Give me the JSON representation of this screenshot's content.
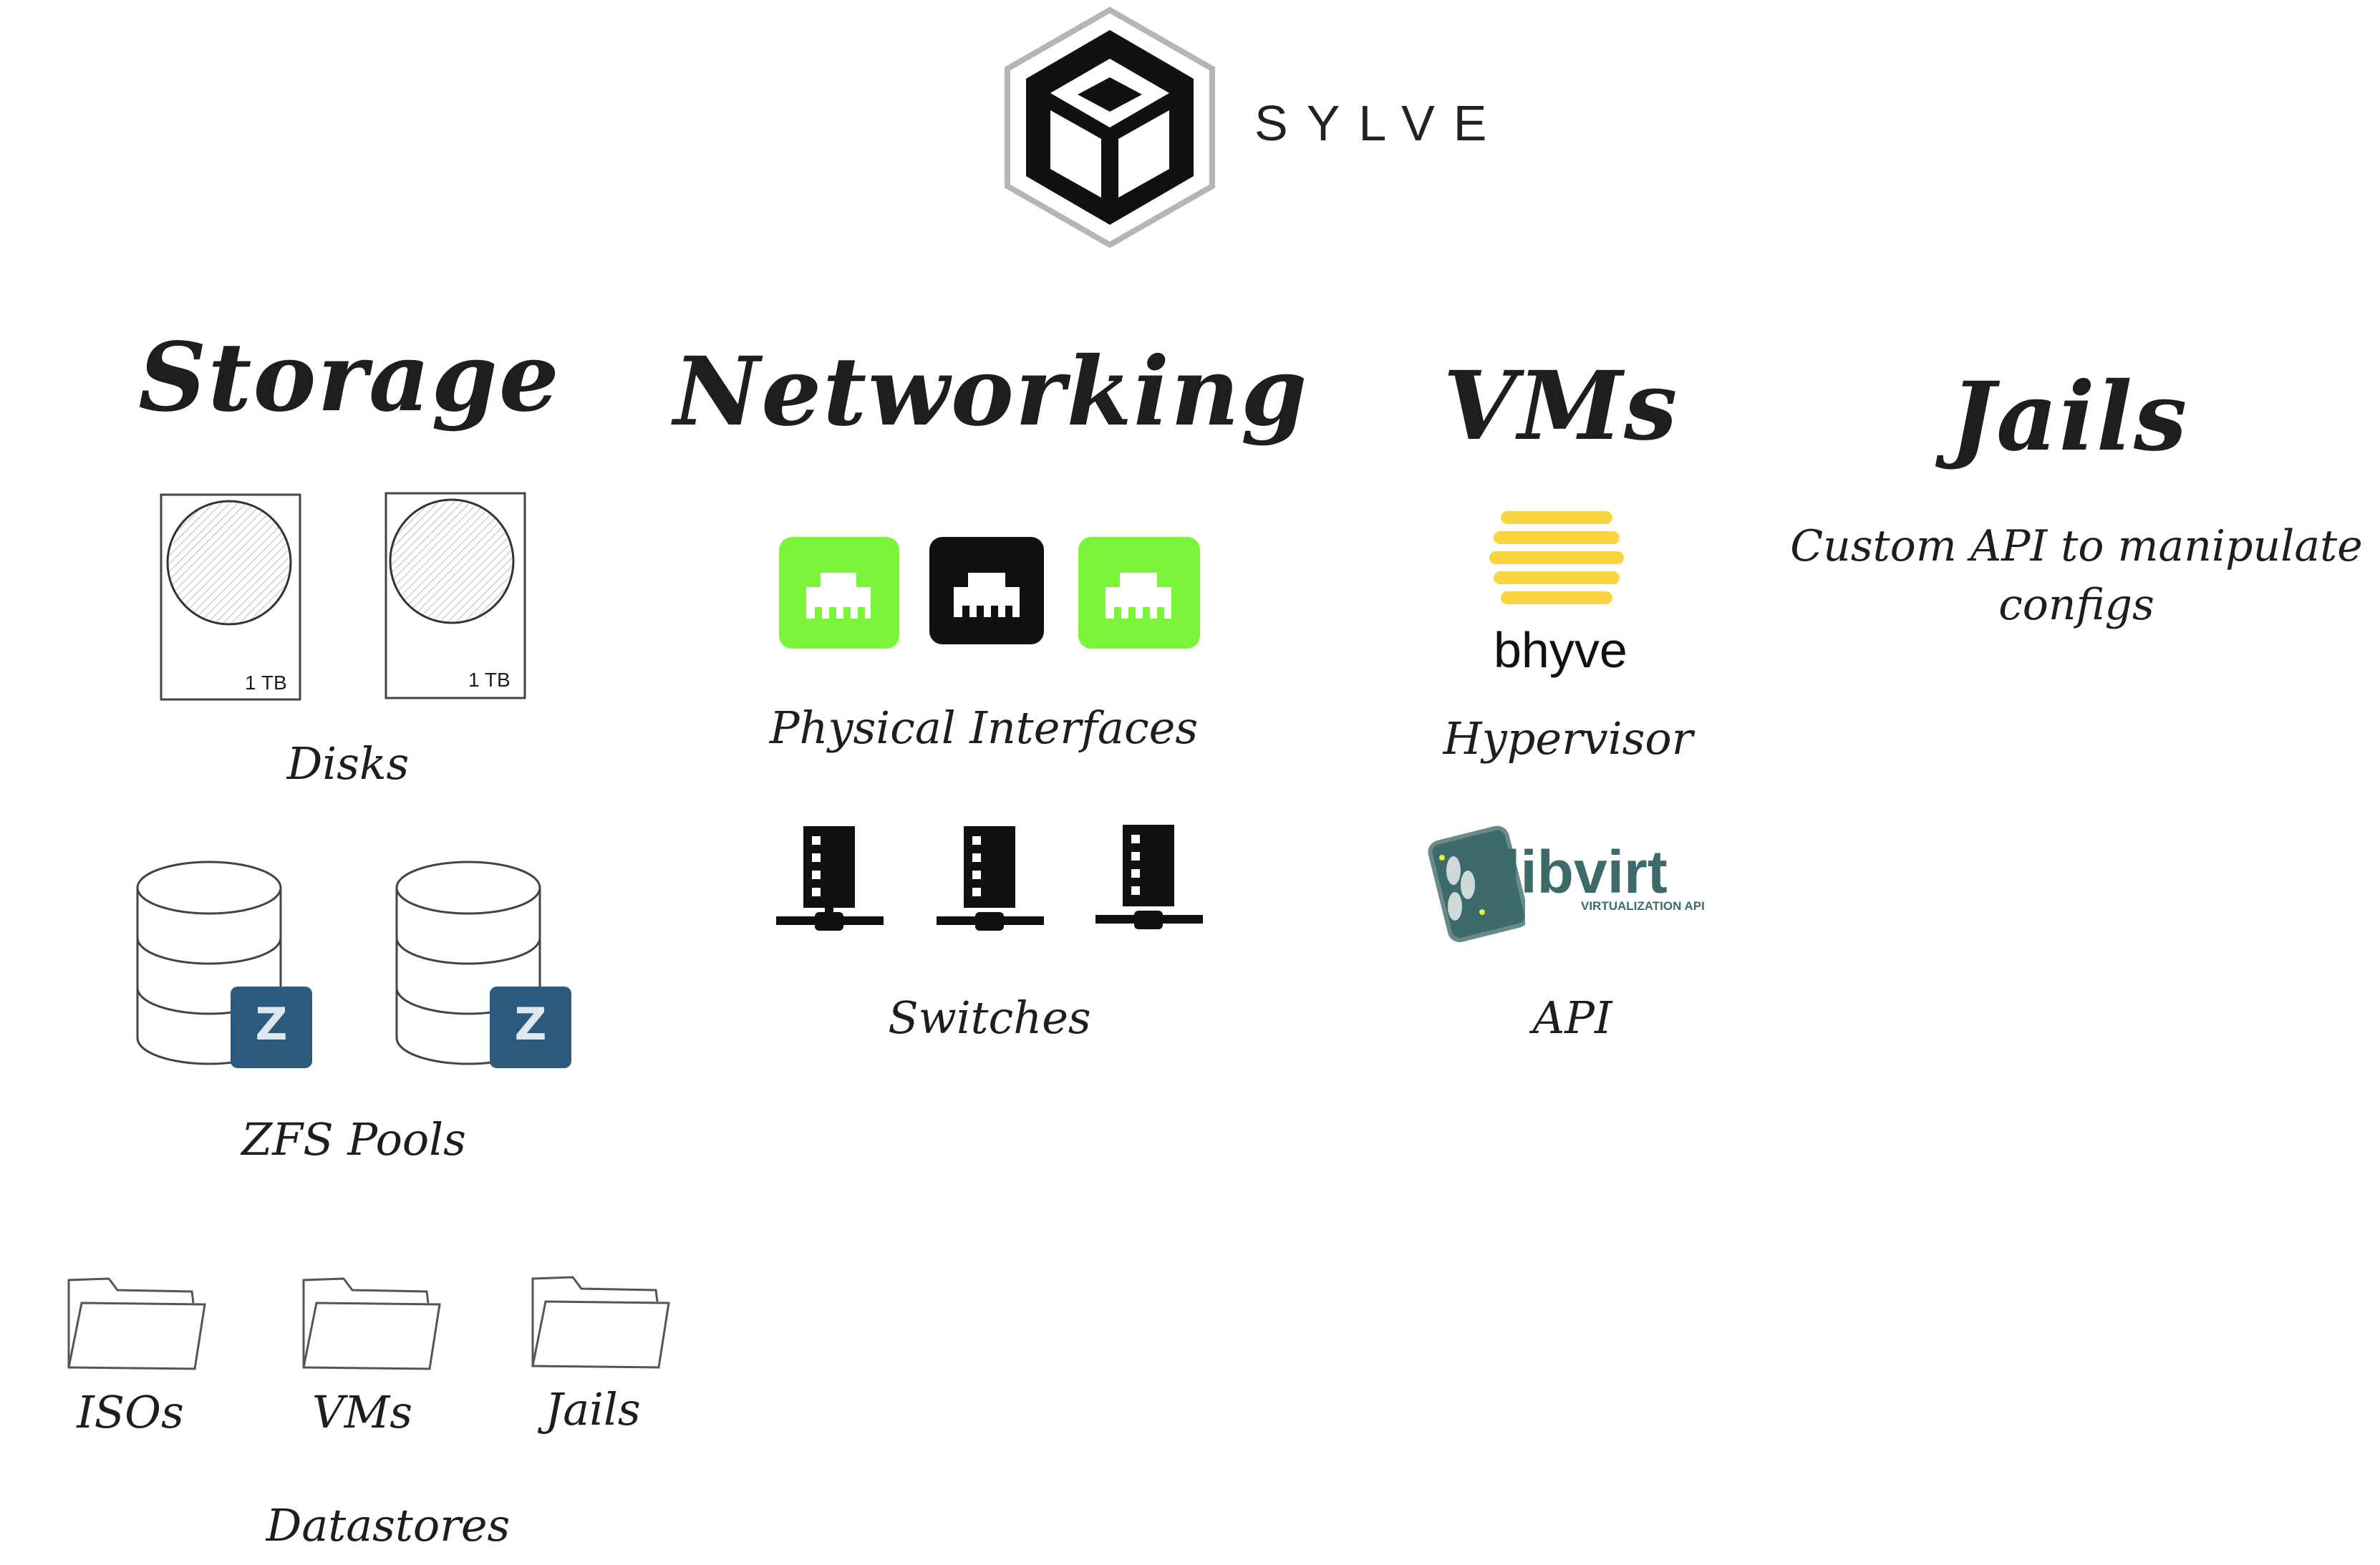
{
  "logo": {
    "text": "SYLVE",
    "icon": "cube-hexagon-icon"
  },
  "columns": {
    "storage": {
      "title": "Storage",
      "disks": {
        "caption": "Disks",
        "items": [
          {
            "size": "1 TB"
          },
          {
            "size": "1 TB"
          }
        ]
      },
      "pools": {
        "caption": "ZFS Pools"
      },
      "datastores": {
        "caption": "Datastores",
        "folders": [
          "ISOs",
          "VMs",
          "Jails"
        ]
      }
    },
    "networking": {
      "title": "Networking",
      "interfaces": {
        "caption": "Physical Interfaces",
        "colors": [
          "#7cf43a",
          "#111111",
          "#7cf43a"
        ]
      },
      "switches": {
        "caption": "Switches"
      }
    },
    "vms": {
      "title": "VMs",
      "hypervisor": {
        "logo_text": "bhyve",
        "caption": "Hypervisor",
        "color": "#fbd53f"
      },
      "api": {
        "logo_text": "libvirt",
        "logo_subtext": "VIRTUALIZATION API",
        "caption": "API",
        "color": "#3d6b6b"
      }
    },
    "jails": {
      "title": "Jails",
      "description_line1": "Custom API to manipulate",
      "description_line2": "configs"
    }
  }
}
